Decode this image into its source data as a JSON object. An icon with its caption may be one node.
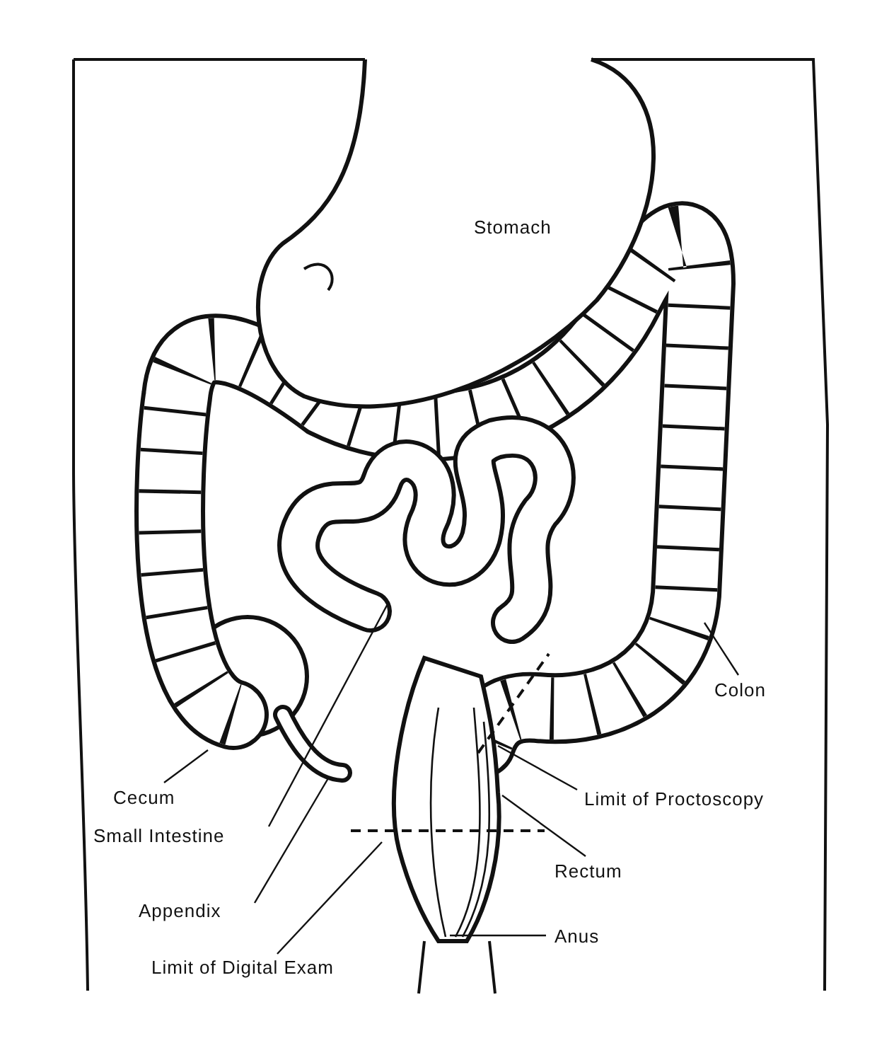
{
  "diagram": {
    "nodes": [
      {
        "text": [
          "Colon"
        ]
      },
      {
        "text": [
          "Cecum"
        ]
      },
      {
        "text": [
          "Limit of Proctoscopy"
        ]
      },
      {
        "text": [
          "Small Intestine"
        ]
      },
      {
        "text": [
          "Rectum"
        ]
      },
      {
        "text": [
          "Appendix"
        ]
      },
      {
        "text": [
          "Anus"
        ]
      },
      {
        "text": [
          "Limit of Digital Exam"
        ]
      }
    ],
    "edges": [
      {
        "from": 0,
        "to": null,
        "arrow": "none"
      },
      {
        "from": 1,
        "to": null,
        "arrow": "none"
      },
      {
        "from": 2,
        "to": null,
        "arrow": "none"
      },
      {
        "from": 3,
        "to": null,
        "arrow": "none"
      },
      {
        "from": 4,
        "to": null,
        "arrow": "none"
      },
      {
        "from": 5,
        "to": null,
        "arrow": "none"
      },
      {
        "from": 6,
        "to": null,
        "arrow": "none"
      },
      {
        "from": 7,
        "to": null,
        "arrow": "none"
      }
    ],
    "labels": [
      "Stomach"
    ]
  }
}
